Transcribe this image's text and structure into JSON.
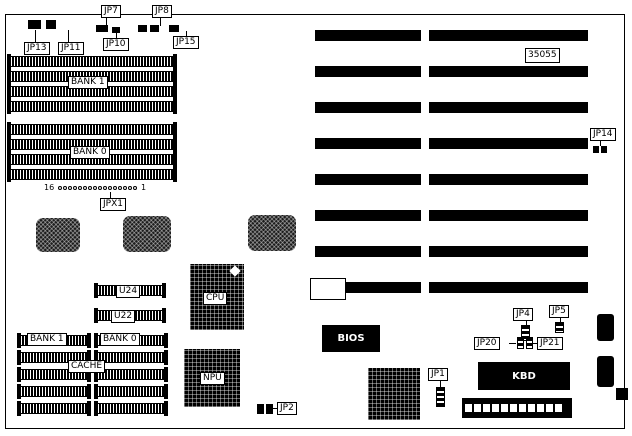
{
  "diagram": {
    "part_number": "35055",
    "jumpers": {
      "jp1": "JP1",
      "jp2": "JP2",
      "jp4": "JP4",
      "jp5": "JP5",
      "jp7": "JP7",
      "jp8": "JP8",
      "jp10": "JP10",
      "jp11": "JP11",
      "jp13": "JP13",
      "jp14": "JP14",
      "jp15": "JP15",
      "jp20": "JP20",
      "jp21": "JP21"
    },
    "header": {
      "jpx1": "JPX1",
      "pin16": "16",
      "pin1": "1"
    },
    "memory": {
      "bank1_simm": "BANK 1",
      "bank0_simm": "BANK 0",
      "bank1_cache": "BANK 1",
      "bank0_cache": "BANK 0",
      "cache": "CACHE"
    },
    "chips": {
      "cpu": "CPU",
      "npu": "NPU",
      "bios": "BIOS",
      "kbd": "KBD",
      "u24": "U24",
      "u22": "U22"
    }
  }
}
